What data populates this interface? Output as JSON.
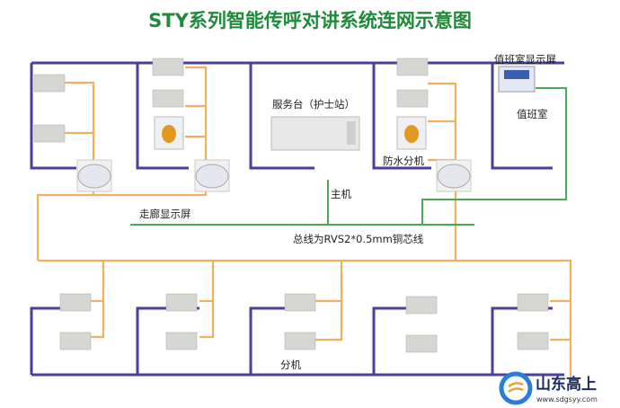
{
  "title": "STY系列智能传呼对讲系统连网示意图",
  "labels": {
    "duty_display": "值班室显示屏",
    "duty_room": "值班室",
    "service_desk": "服务台（护士站）",
    "waterproof_unit": "防水分机",
    "host": "主机",
    "corridor_display": "走廊显示屏",
    "bus_note": "总线为RVS2*0.5mm铜芯线",
    "extension": "分机"
  },
  "logo": {
    "name": "山东高上",
    "url": "www.sdgsyy.com"
  },
  "colors": {
    "title": "#1f8a3a",
    "walls": "#4a3f9a",
    "bus": "#f0b060",
    "display_line": "#4aa85a"
  }
}
